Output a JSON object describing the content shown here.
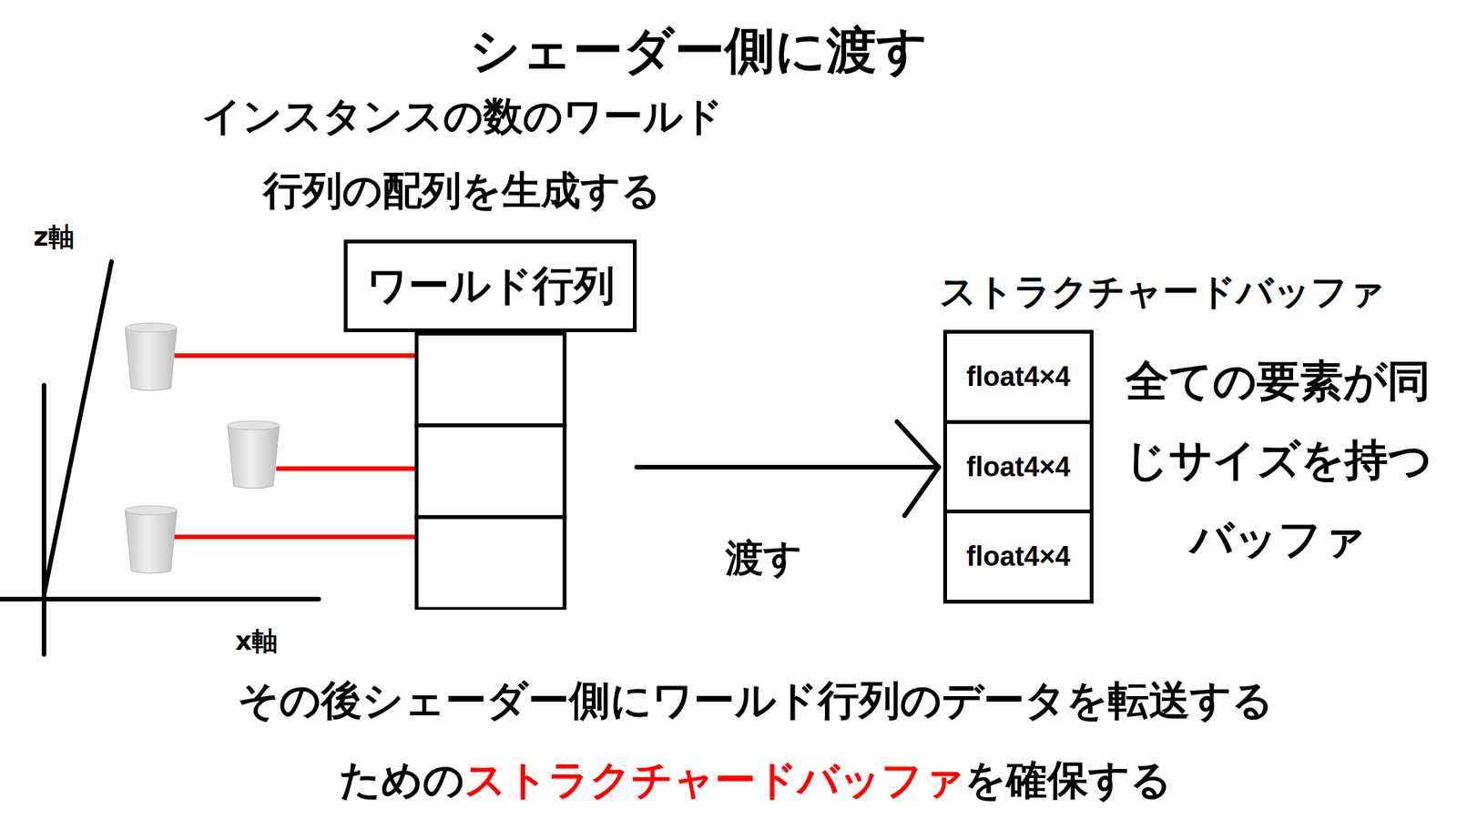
{
  "diagram": {
    "title": "シェーダー側に渡す",
    "nodes": [
      {
        "text": [
          "ワールド行列"
        ]
      },
      {
        "text": [
          "ストラクチャードバッファ"
        ]
      },
      {
        "text": [
          "float4×4"
        ],
        "in": 1
      },
      {
        "text": [
          "float4×4"
        ],
        "in": 1
      },
      {
        "text": [
          "float4×4"
        ],
        "in": 1
      }
    ],
    "edges": [
      {
        "from": 0,
        "to": 1,
        "arrow": "to",
        "label": "渡す"
      }
    ],
    "labels": [
      "インスタンスの数のワールド 行列の配列を生成する",
      "z軸",
      "x軸",
      "全ての要素が同 じサイズを持つ バッファ",
      "その後シェーダー側にワールド行列のデータを転送する",
      "ための",
      "ストラクチャードバッファ",
      "を確保する"
    ]
  }
}
